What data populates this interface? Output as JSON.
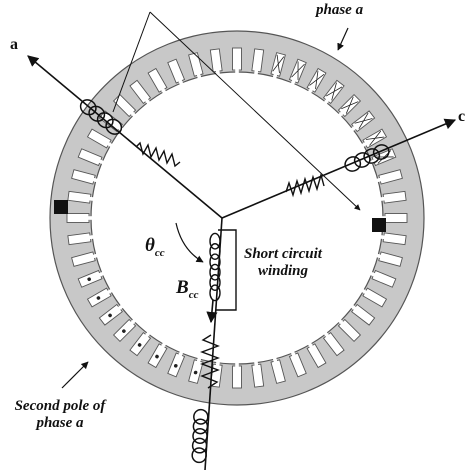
{
  "labels": {
    "phase_top": "phase a",
    "axis_a": "a",
    "axis_c": "c",
    "theta": "θ",
    "theta_sub": "cc",
    "b": "B",
    "b_sub": "cc",
    "short_circuit_line1": "Short circuit",
    "short_circuit_line2": "winding",
    "second_pole_line1": "Second pole of",
    "second_pole_line2": "phase a"
  },
  "colors": {
    "ring_fill": "#c8c8c8",
    "ring_edge": "#555555",
    "ink": "#111111",
    "slot_fill": "#ffffff"
  },
  "stator": {
    "slot_count": 48
  }
}
